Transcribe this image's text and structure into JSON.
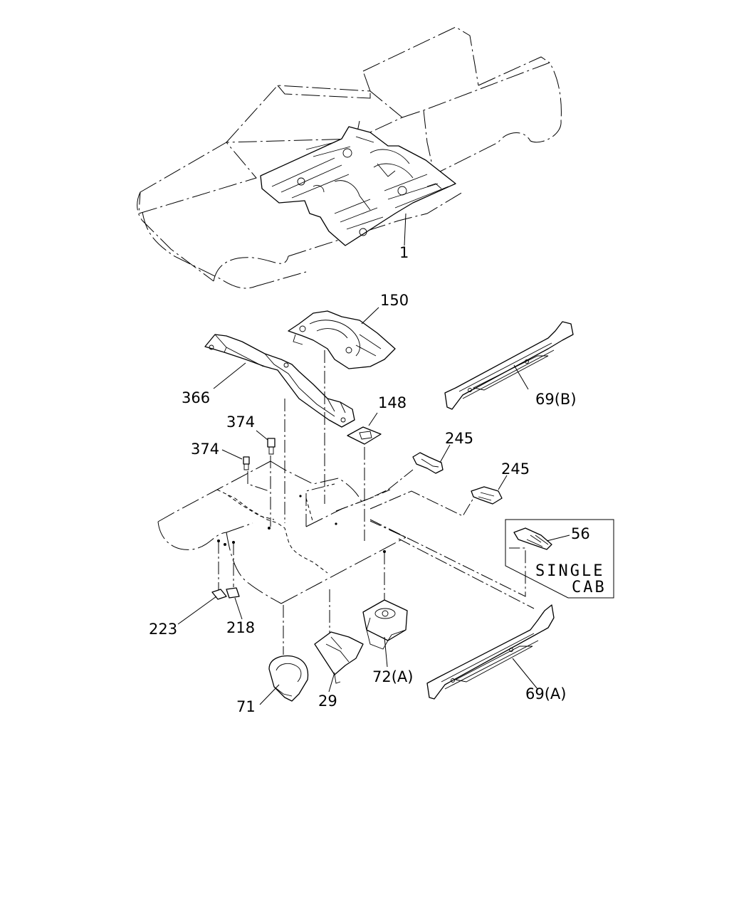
{
  "callouts": {
    "p1": "1",
    "p150": "150",
    "p366": "366",
    "p69b": "69(B)",
    "p148": "148",
    "p374a": "374",
    "p374b": "374",
    "p245a": "245",
    "p245b": "245",
    "p56": "56",
    "p223": "223",
    "p218": "218",
    "p72a": "72(A)",
    "p29": "29",
    "p71": "71",
    "p69a": "69(A)"
  },
  "inset": {
    "line1": "SINGLE",
    "line2": "CAB"
  }
}
